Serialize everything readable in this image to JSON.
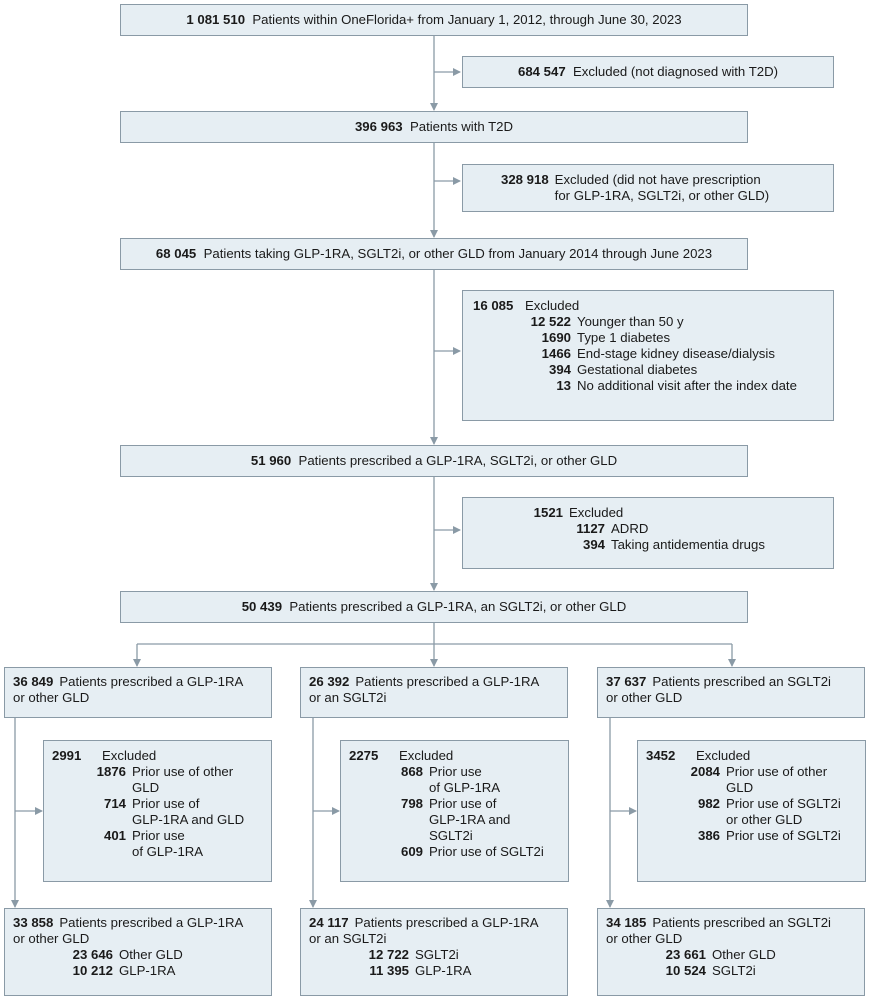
{
  "flow": {
    "top": {
      "n": "1 081 510",
      "text": "Patients within OneFlorida+ from January 1, 2012, through June 30, 2023"
    },
    "exc1": {
      "n": "684 547",
      "text": "Excluded (not diagnosed with T2D)"
    },
    "t2d": {
      "n": "396 963",
      "text": "Patients with T2D"
    },
    "exc2": {
      "n": "328 918",
      "text1": "Excluded (did not have prescription",
      "text2": "for GLP-1RA, SGLT2i, or other GLD)"
    },
    "taking": {
      "n": "68 045",
      "text": "Patients taking GLP-1RA, SGLT2i, or other GLD from January 2014 through June 2023"
    },
    "exc3": {
      "n": "16 085",
      "label": "Excluded",
      "items": [
        {
          "n": "12 522",
          "text": "Younger than 50 y"
        },
        {
          "n": "1690",
          "text": "Type 1 diabetes"
        },
        {
          "n": "1466",
          "text": "End-stage kidney disease/dialysis"
        },
        {
          "n": "394",
          "text": "Gestational diabetes"
        },
        {
          "n": "13",
          "text": "No additional visit after the index date"
        }
      ]
    },
    "prescribed": {
      "n": "51 960",
      "text": "Patients prescribed a GLP-1RA, SGLT2i, or other GLD"
    },
    "exc4": {
      "n": "1521",
      "label": "Excluded",
      "items": [
        {
          "n": "1127",
          "text": "ADRD"
        },
        {
          "n": "394",
          "text": "Taking antidementia drugs"
        }
      ]
    },
    "final": {
      "n": "50 439",
      "text": "Patients prescribed a GLP-1RA, an SGLT2i, or other GLD"
    },
    "branches": [
      {
        "group": {
          "n": "36 849",
          "line1": "Patients prescribed a GLP-1RA",
          "line2": "or other GLD"
        },
        "excluded": {
          "n": "2991",
          "label": "Excluded",
          "items": [
            {
              "n": "1876",
              "l1": "Prior use of other",
              "l2": "GLD"
            },
            {
              "n": "714",
              "l1": "Prior use of",
              "l2": "GLP-1RA and GLD"
            },
            {
              "n": "401",
              "l1": "Prior use",
              "l2": "of GLP-1RA"
            }
          ]
        },
        "result": {
          "n": "33 858",
          "line1": "Patients prescribed a GLP-1RA",
          "line2": "or other GLD",
          "sub": [
            {
              "n": "23 646",
              "text": "Other GLD"
            },
            {
              "n": "10 212",
              "text": "GLP-1RA"
            }
          ]
        }
      },
      {
        "group": {
          "n": "26 392",
          "line1": "Patients prescribed a GLP-1RA",
          "line2": "or an SGLT2i"
        },
        "excluded": {
          "n": "2275",
          "label": "Excluded",
          "items": [
            {
              "n": "868",
              "l1": "Prior use",
              "l2": "of GLP-1RA"
            },
            {
              "n": "798",
              "l1": "Prior use of",
              "l2": "GLP-1RA and",
              "l3": "SGLT2i"
            },
            {
              "n": "609",
              "l1": "Prior use of SGLT2i"
            }
          ]
        },
        "result": {
          "n": "24 117",
          "line1": "Patients prescribed a GLP-1RA",
          "line2": "or an SGLT2i",
          "sub": [
            {
              "n": "12 722",
              "text": "SGLT2i"
            },
            {
              "n": "11 395",
              "text": "GLP-1RA"
            }
          ]
        }
      },
      {
        "group": {
          "n": "37 637",
          "line1": "Patients prescribed an SGLT2i",
          "line2": "or other GLD"
        },
        "excluded": {
          "n": "3452",
          "label": "Excluded",
          "items": [
            {
              "n": "2084",
              "l1": "Prior use of other",
              "l2": "GLD"
            },
            {
              "n": "982",
              "l1": "Prior use of SGLT2i",
              "l2": "or other GLD"
            },
            {
              "n": "386",
              "l1": "Prior use of SGLT2i"
            }
          ]
        },
        "result": {
          "n": "34 185",
          "line1": "Patients prescribed an SGLT2i",
          "line2": "or other GLD",
          "sub": [
            {
              "n": "23 661",
              "text": "Other GLD"
            },
            {
              "n": "10 524",
              "text": "SGLT2i"
            }
          ]
        }
      }
    ]
  }
}
